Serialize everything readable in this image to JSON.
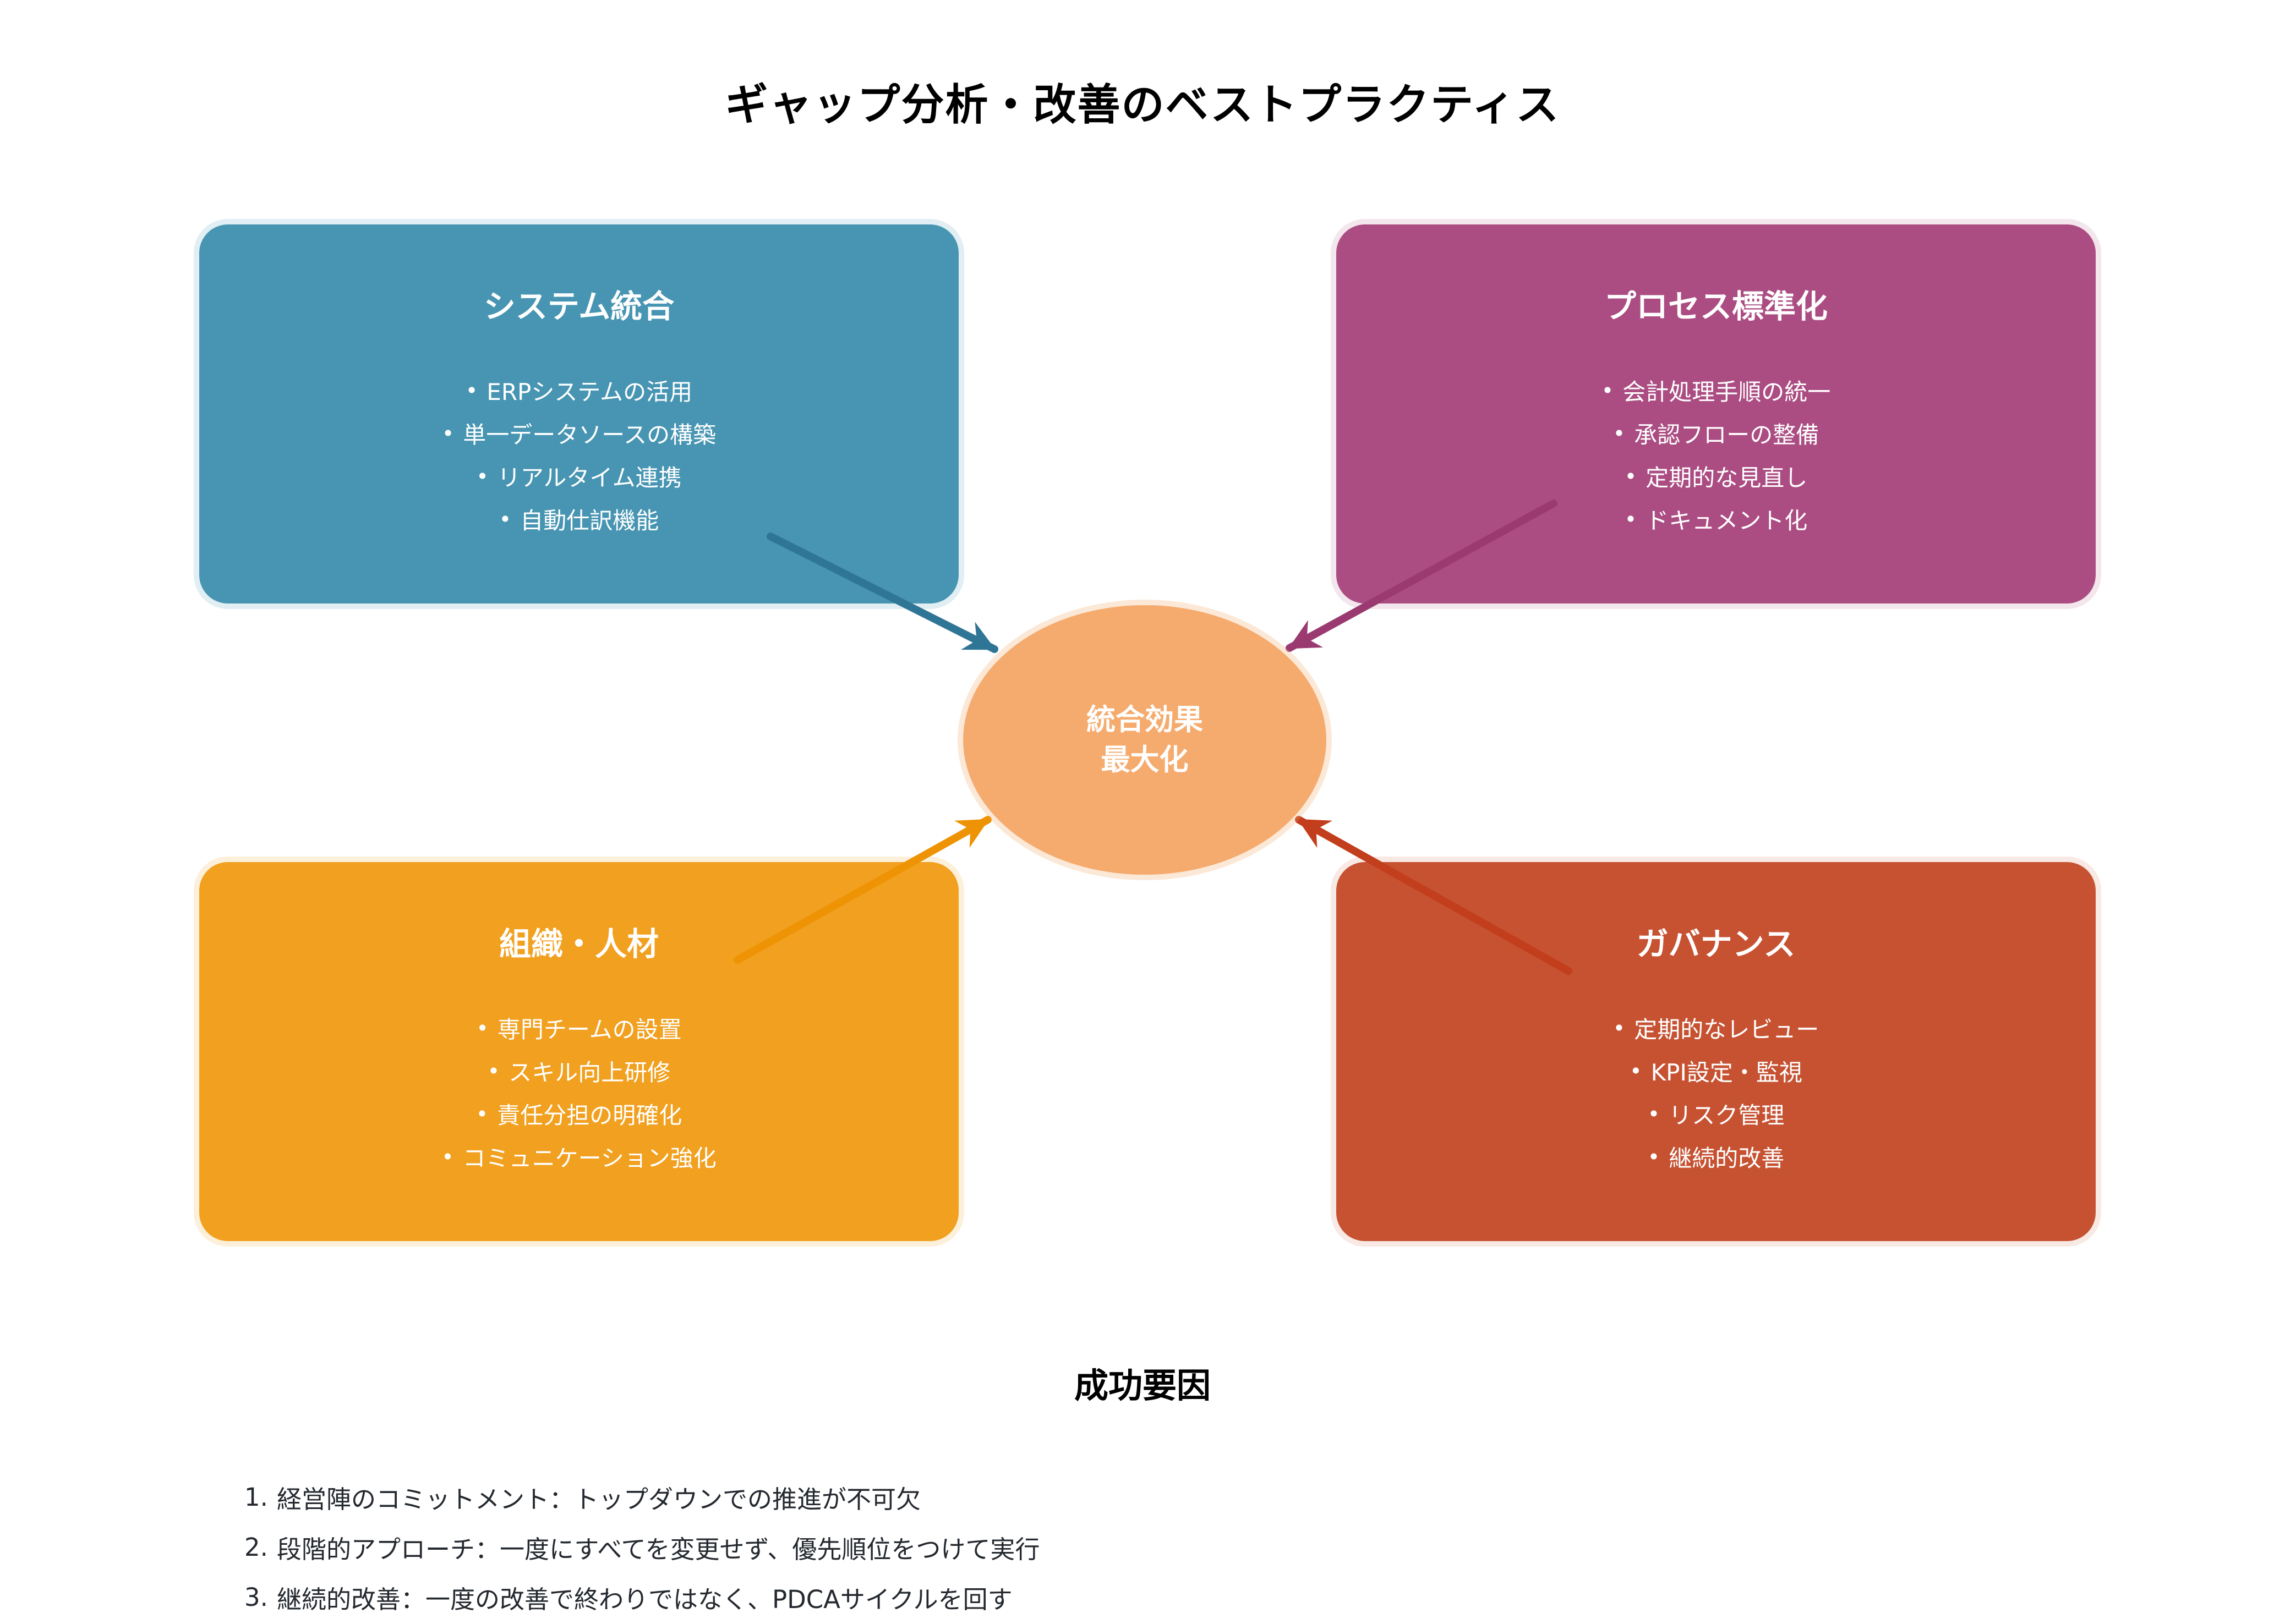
{
  "title": "ギャップ分析・改善のベストプラクティス",
  "bullet_char": "•",
  "boxes": [
    {
      "title": "システム統合",
      "color": "#4795B2",
      "arrow_color": "#2F7596",
      "items": [
        "ERPシステムの活用",
        "単一データソースの構築",
        "リアルタイム連携",
        "自動仕訳機能"
      ]
    },
    {
      "title": "プロセス標準化",
      "color": "#AB4D82",
      "arrow_color": "#9A3A70",
      "items": [
        "会計処理手順の統一",
        "承認フローの整備",
        "定期的な見直し",
        "ドキュメント化"
      ]
    },
    {
      "title": "組織・人材",
      "color": "#F1A01F",
      "arrow_color": "#EE9303",
      "items": [
        "専門チームの設置",
        "スキル向上研修",
        "責任分担の明確化",
        "コミュニケーション強化"
      ]
    },
    {
      "title": "ガバナンス",
      "color": "#C65232",
      "arrow_color": "#C23E1C",
      "items": [
        "定期的なレビュー",
        "KPI設定・監視",
        "リスク管理",
        "継続的改善"
      ]
    }
  ],
  "center": {
    "line1": "統合効果",
    "line2": "最大化",
    "color": "#F5AB6E"
  },
  "success": {
    "heading": "成功要因",
    "items": [
      {
        "num": "1.",
        "text": "経営陣のコミットメント：トップダウンでの推進が不可欠"
      },
      {
        "num": "2.",
        "text": "段階的アプローチ：一度にすべてを変更せず、優先順位をつけて実行"
      },
      {
        "num": "3.",
        "text": "継続的改善：一度の改善で終わりではなく、PDCAサイクルを回す"
      }
    ]
  }
}
